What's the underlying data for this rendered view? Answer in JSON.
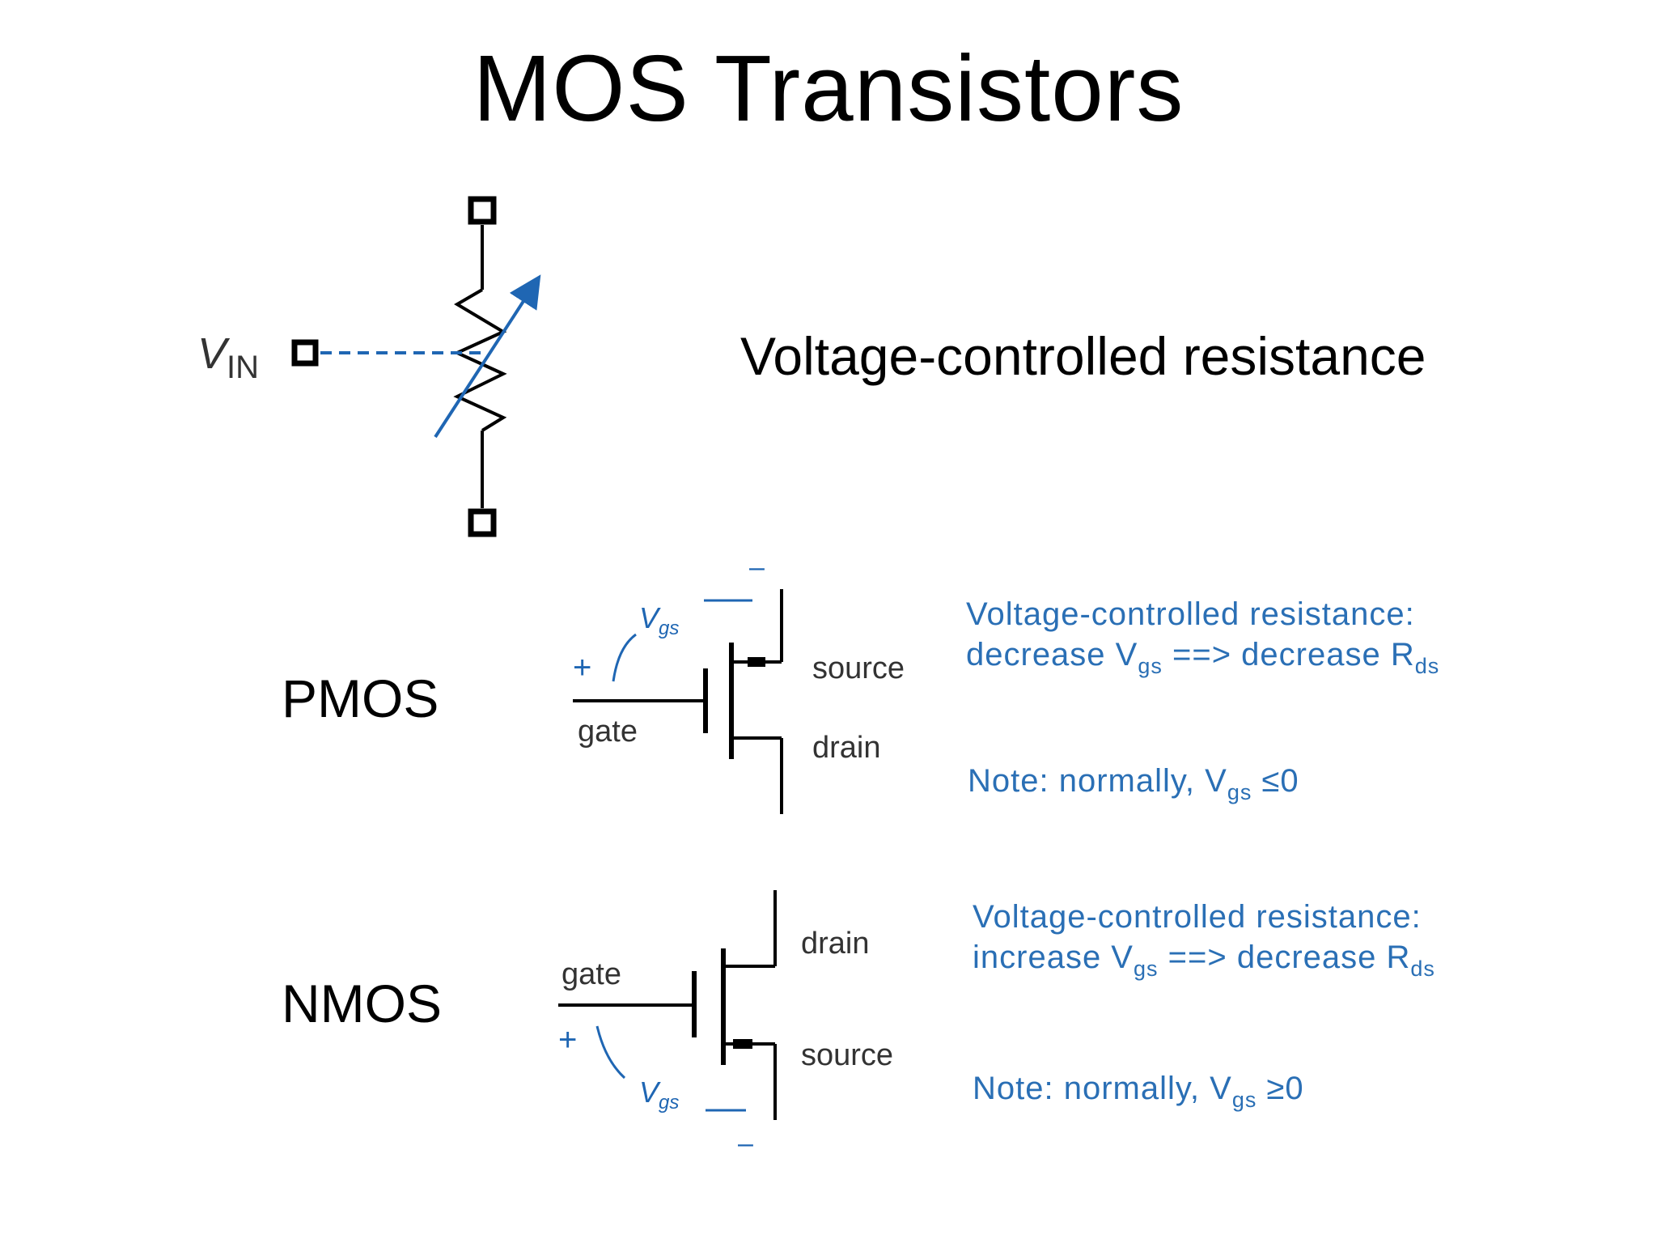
{
  "slide": {
    "title": "MOS Transistors"
  },
  "resistor": {
    "vin_symbol": "V",
    "vin_subscript": "IN",
    "caption": "Voltage-controlled resistance"
  },
  "pmos": {
    "label": "PMOS",
    "gate": "gate",
    "source": "source",
    "drain": "drain",
    "plus": "+",
    "minus": "–",
    "vgs_symbol": "V",
    "vgs_sub": "gs",
    "note_line1": "Voltage-controlled resistance:",
    "note_line2_pre": "decrease V",
    "note_line2_sub1": "gs",
    "note_line2_mid": " ==> decrease R",
    "note_line2_sub2": "ds",
    "note_line3_pre": "Note: normally, V",
    "note_line3_sub": "gs",
    "note_line3_post": " ≤0"
  },
  "nmos": {
    "label": "NMOS",
    "gate": "gate",
    "source": "source",
    "drain": "drain",
    "plus": "+",
    "minus": "–",
    "vgs_symbol": "V",
    "vgs_sub": "gs",
    "note_line1": "Voltage-controlled resistance:",
    "note_line2_pre": "increase V",
    "note_line2_sub1": "gs",
    "note_line2_mid": " ==> decrease R",
    "note_line2_sub2": "ds",
    "note_line3_pre": "Note: normally, V",
    "note_line3_sub": "gs",
    "note_line3_post": " ≥0"
  },
  "colors": {
    "schematic": "#000000",
    "accent_blue": "#1f66b3",
    "note_blue": "#2a6fb5"
  }
}
